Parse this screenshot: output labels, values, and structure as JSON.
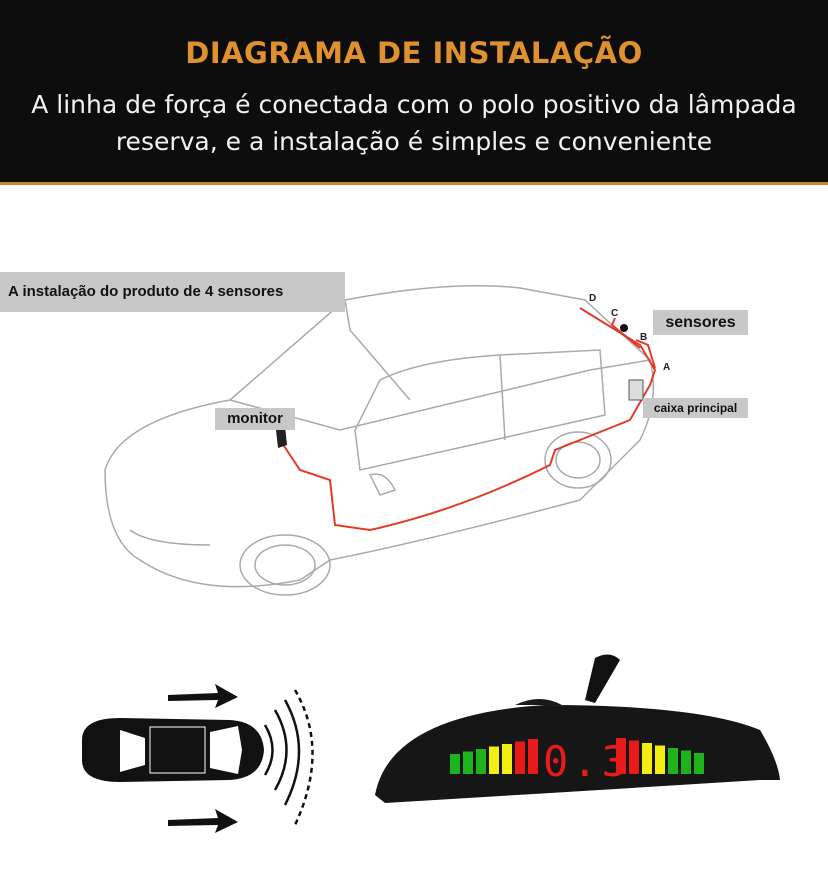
{
  "header": {
    "title": "DIAGRAMA DE INSTALAÇÃO",
    "subtitle_line1": "A linha de força é conectada com o polo positivo da lâmpada",
    "subtitle_line2": "reserva, e a instalação é simples e conveniente"
  },
  "diagram": {
    "caption": "A instalação do produto de 4 sensores",
    "labels": {
      "sensors": "sensores",
      "main_box": "caixa principal",
      "monitor": "monitor"
    },
    "sensor_letters": [
      "A",
      "B",
      "C",
      "D"
    ]
  },
  "display": {
    "reading": "0.3",
    "left_bars": [
      "green",
      "green",
      "green",
      "yellow",
      "yellow",
      "red",
      "red"
    ],
    "right_bars": [
      "red",
      "red",
      "yellow",
      "yellow",
      "green",
      "green",
      "green"
    ],
    "colors": {
      "green": "#1fb21f",
      "yellow": "#f2ee12",
      "red": "#e81a1a",
      "accent": "#e0912f"
    }
  }
}
